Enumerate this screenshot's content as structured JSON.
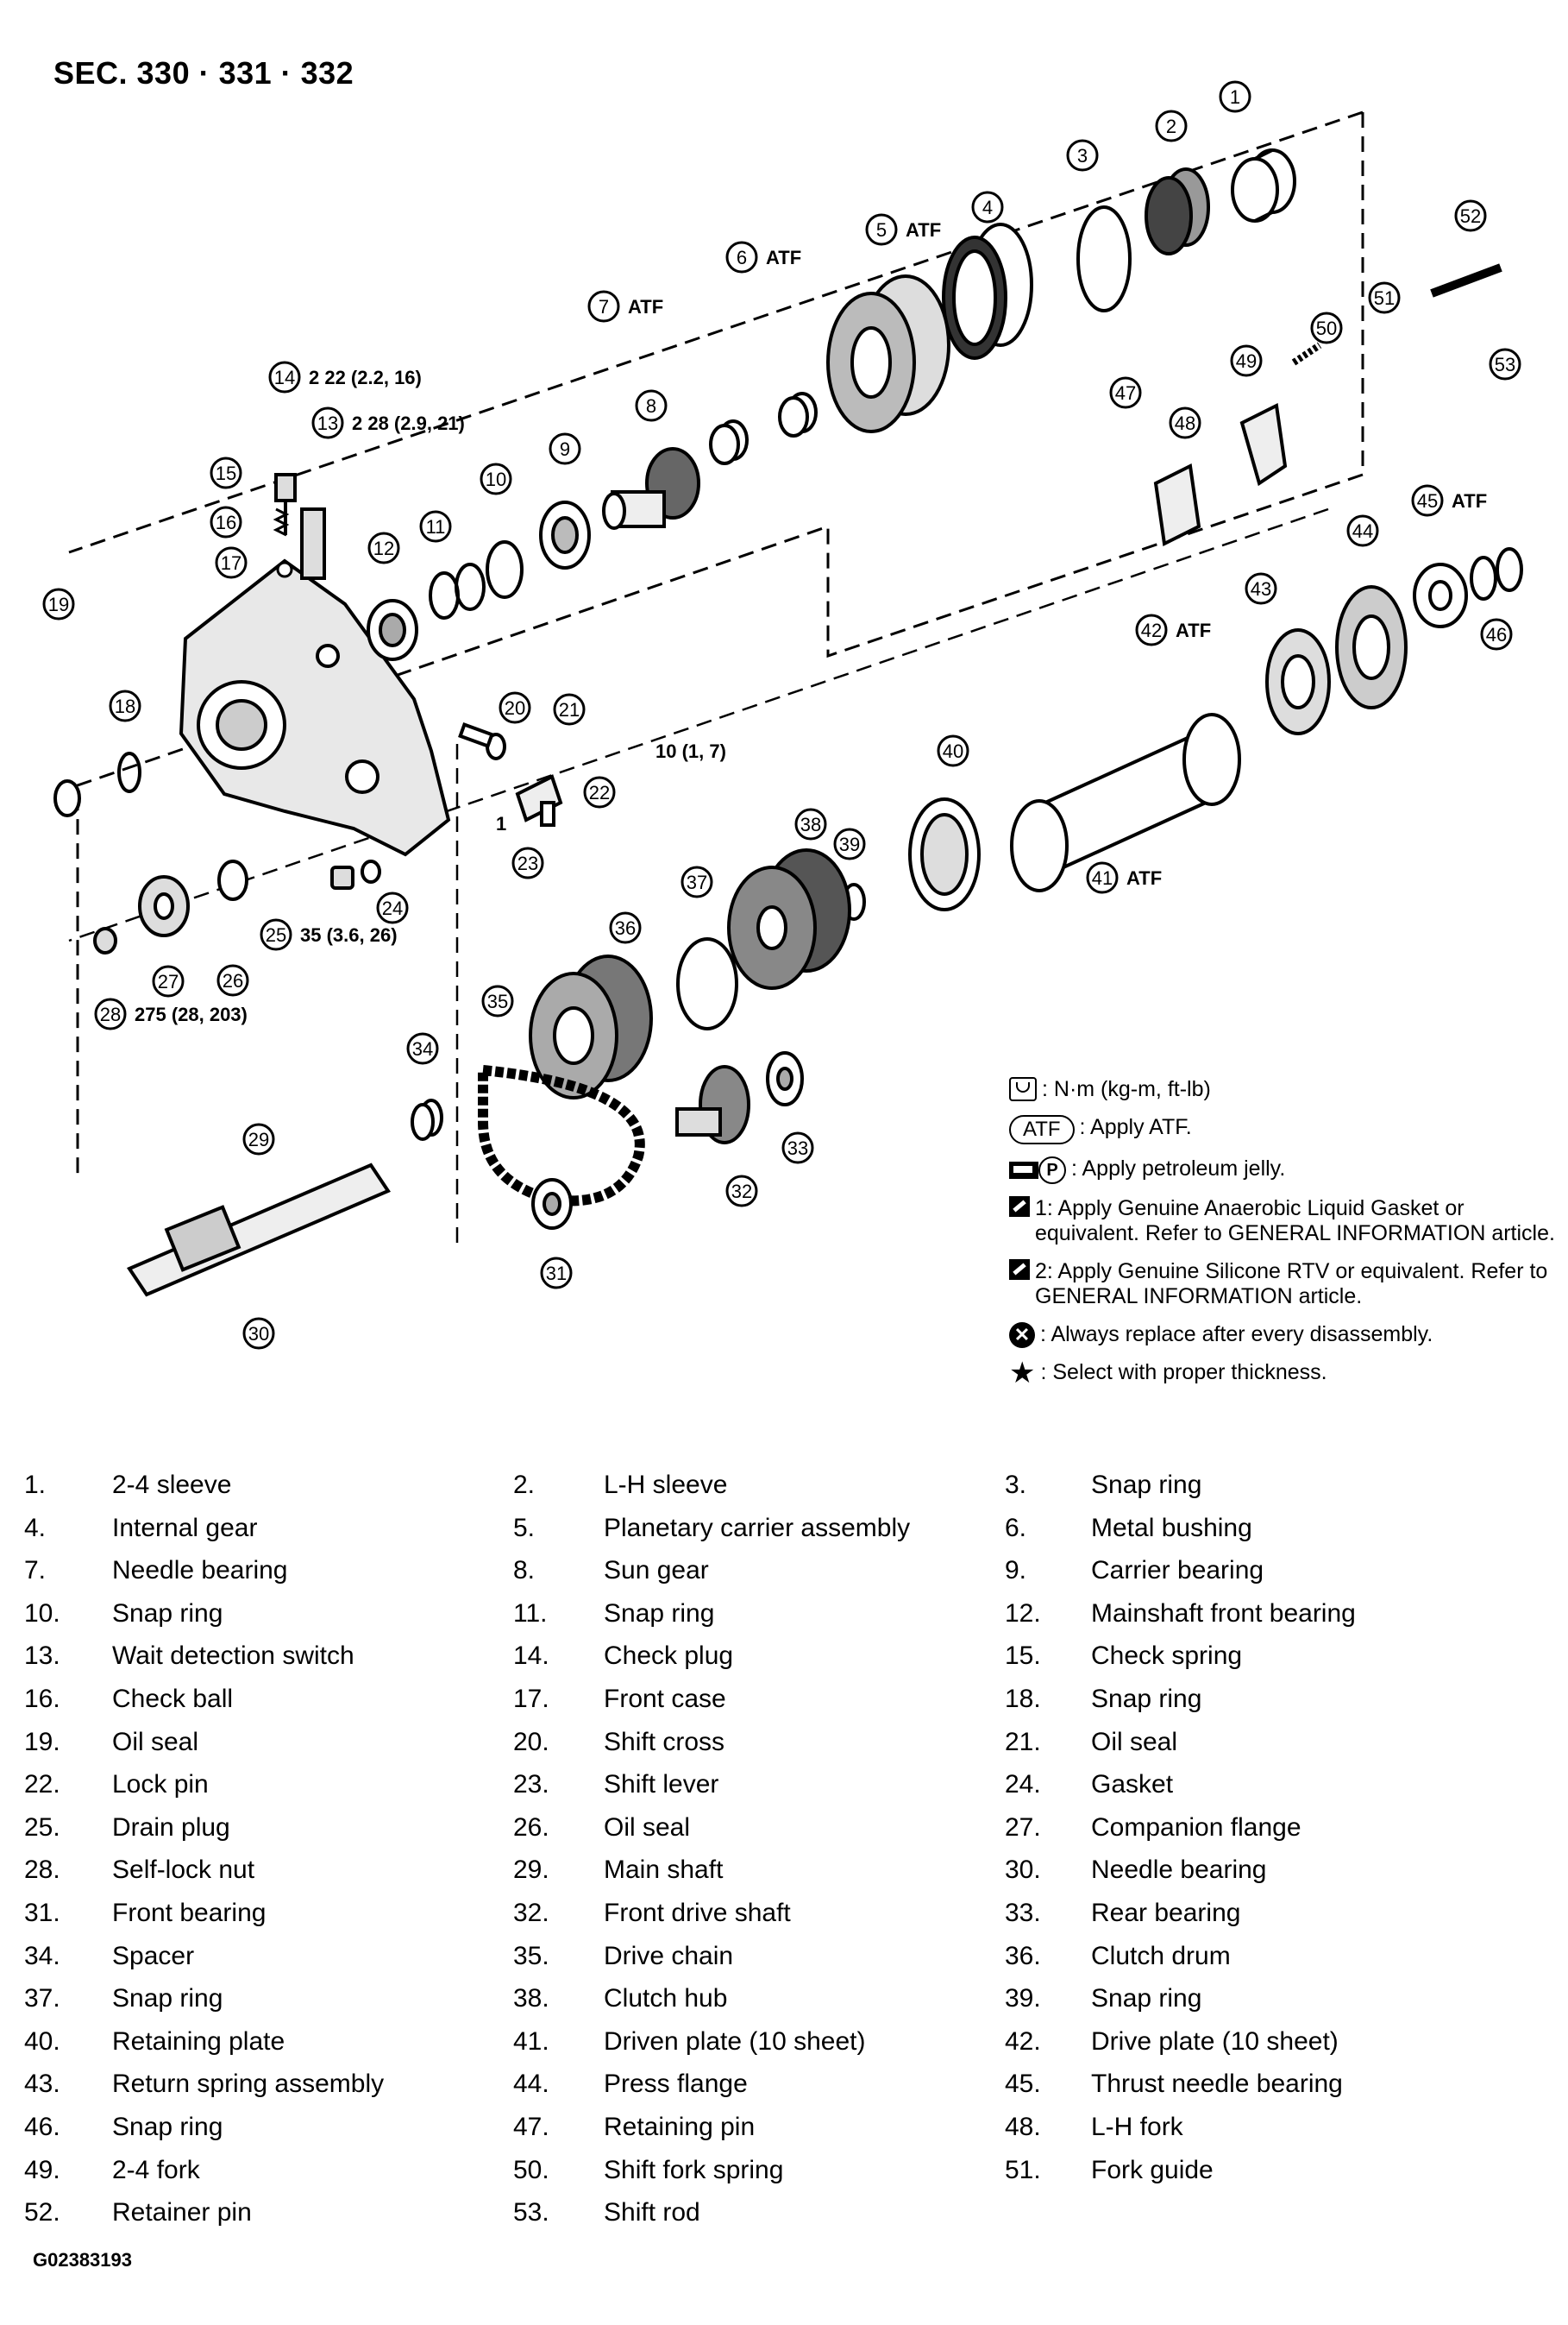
{
  "header": {
    "title": "SEC. 330 · 331 · 332"
  },
  "callouts": [
    {
      "num": "1",
      "annot": ""
    },
    {
      "num": "2",
      "annot": ""
    },
    {
      "num": "3",
      "annot": ""
    },
    {
      "num": "4",
      "annot": ""
    },
    {
      "num": "5",
      "annot": "ATF"
    },
    {
      "num": "6",
      "annot": "ATF"
    },
    {
      "num": "7",
      "annot": "ATF"
    },
    {
      "num": "8",
      "annot": ""
    },
    {
      "num": "9",
      "annot": ""
    },
    {
      "num": "10",
      "annot": ""
    },
    {
      "num": "11",
      "annot": ""
    },
    {
      "num": "12",
      "annot": ""
    },
    {
      "num": "13",
      "annot": "2  28 (2.9, 21)"
    },
    {
      "num": "14",
      "annot": "2  22 (2.2, 16)"
    },
    {
      "num": "15",
      "annot": ""
    },
    {
      "num": "16",
      "annot": ""
    },
    {
      "num": "17",
      "annot": ""
    },
    {
      "num": "18",
      "annot": ""
    },
    {
      "num": "19",
      "annot": ""
    },
    {
      "num": "20",
      "annot": ""
    },
    {
      "num": "21",
      "annot": ""
    },
    {
      "num": "22",
      "annot": ""
    },
    {
      "num": "23",
      "annot": ""
    },
    {
      "num": "24",
      "annot": ""
    },
    {
      "num": "25",
      "annot": "35 (3.6, 26)"
    },
    {
      "num": "26",
      "annot": ""
    },
    {
      "num": "27",
      "annot": ""
    },
    {
      "num": "28",
      "annot": "275 (28, 203)"
    },
    {
      "num": "29",
      "annot": ""
    },
    {
      "num": "30",
      "annot": ""
    },
    {
      "num": "31",
      "annot": ""
    },
    {
      "num": "32",
      "annot": ""
    },
    {
      "num": "33",
      "annot": ""
    },
    {
      "num": "34",
      "annot": ""
    },
    {
      "num": "35",
      "annot": ""
    },
    {
      "num": "36",
      "annot": ""
    },
    {
      "num": "37",
      "annot": ""
    },
    {
      "num": "38",
      "annot": ""
    },
    {
      "num": "39",
      "annot": ""
    },
    {
      "num": "40",
      "annot": ""
    },
    {
      "num": "41",
      "annot": "ATF"
    },
    {
      "num": "42",
      "annot": "ATF"
    },
    {
      "num": "43",
      "annot": ""
    },
    {
      "num": "44",
      "annot": ""
    },
    {
      "num": "45",
      "annot": "ATF"
    },
    {
      "num": "46",
      "annot": ""
    },
    {
      "num": "47",
      "annot": ""
    },
    {
      "num": "48",
      "annot": ""
    },
    {
      "num": "49",
      "annot": ""
    },
    {
      "num": "50",
      "annot": ""
    },
    {
      "num": "51",
      "annot": ""
    },
    {
      "num": "52",
      "annot": ""
    },
    {
      "num": "53",
      "annot": ""
    }
  ],
  "diagram_annotations": {
    "torque_20": "10 (1, 7)",
    "gasket_1": "1",
    "atf": "ATF"
  },
  "legend": [
    {
      "icon": "torque-icon",
      "text": ": N·m (kg-m, ft-lb)"
    },
    {
      "icon": "atf-icon",
      "text": ": Apply ATF."
    },
    {
      "icon": "petroleum-jelly-icon",
      "text": ": Apply petroleum jelly."
    },
    {
      "icon": "gasket-1-icon",
      "text": "1: Apply Genuine Anaerobic Liquid Gasket or equivalent. Refer to GENERAL INFORMATION article."
    },
    {
      "icon": "gasket-2-icon",
      "text": "2: Apply Genuine Silicone RTV or equivalent. Refer to GENERAL INFORMATION article."
    },
    {
      "icon": "replace-icon",
      "text": ": Always replace after every disassembly."
    },
    {
      "icon": "star-icon",
      "text": ": Select with proper thickness."
    }
  ],
  "parts": [
    [
      "1.",
      "2-4 sleeve",
      "2.",
      "L-H sleeve",
      "3.",
      "Snap ring"
    ],
    [
      "4.",
      "Internal gear",
      "5.",
      "Planetary carrier assembly",
      "6.",
      "Metal bushing"
    ],
    [
      "7.",
      "Needle bearing",
      "8.",
      "Sun gear",
      "9.",
      "Carrier bearing"
    ],
    [
      "10.",
      "Snap ring",
      "11.",
      "Snap ring",
      "12.",
      "Mainshaft front bearing"
    ],
    [
      "13.",
      "Wait detection switch",
      "14.",
      "Check plug",
      "15.",
      "Check spring"
    ],
    [
      "16.",
      "Check ball",
      "17.",
      "Front case",
      "18.",
      "Snap ring"
    ],
    [
      "19.",
      "Oil seal",
      "20.",
      "Shift cross",
      "21.",
      "Oil seal"
    ],
    [
      "22.",
      "Lock pin",
      "23.",
      "Shift lever",
      "24.",
      "Gasket"
    ],
    [
      "25.",
      "Drain plug",
      "26.",
      "Oil seal",
      "27.",
      "Companion flange"
    ],
    [
      "28.",
      "Self-lock nut",
      "29.",
      "Main shaft",
      "30.",
      "Needle bearing"
    ],
    [
      "31.",
      "Front bearing",
      "32.",
      "Front drive shaft",
      "33.",
      "Rear bearing"
    ],
    [
      "34.",
      "Spacer",
      "35.",
      "Drive chain",
      "36.",
      "Clutch drum"
    ],
    [
      "37.",
      "Snap ring",
      "38.",
      "Clutch hub",
      "39.",
      "Snap ring"
    ],
    [
      "40.",
      "Retaining plate",
      "41.",
      "Driven plate (10 sheet)",
      "42.",
      "Drive plate (10 sheet)"
    ],
    [
      "43.",
      "Return spring assembly",
      "44.",
      "Press flange",
      "45.",
      "Thrust needle bearing"
    ],
    [
      "46.",
      "Snap ring",
      "47.",
      "Retaining pin",
      "48.",
      "L-H fork"
    ],
    [
      "49.",
      "2-4 fork",
      "50.",
      "Shift fork spring",
      "51.",
      "Fork guide"
    ],
    [
      "52.",
      "Retainer pin",
      "53.",
      "Shift rod",
      "",
      ""
    ]
  ],
  "footer": {
    "code": "G02383193"
  }
}
